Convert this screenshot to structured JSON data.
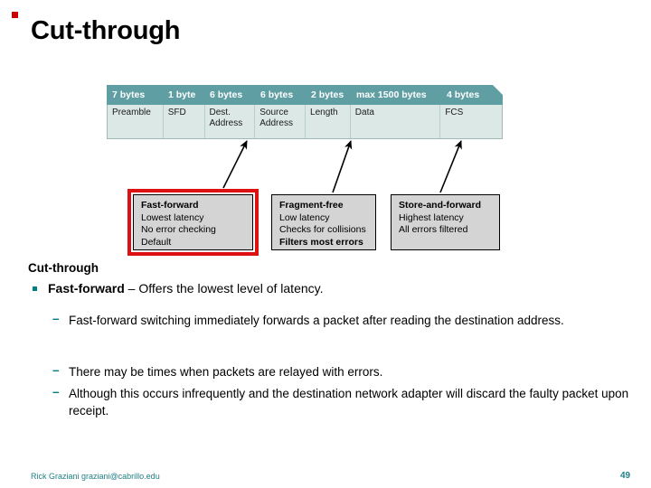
{
  "slide": {
    "title": "Cut-through",
    "title_bullet_color": "#cc0000"
  },
  "frame_diagram": {
    "header_fill": "#5f9ea3",
    "body_fill": "#dce8e6",
    "columns": [
      {
        "size": "7 bytes",
        "field": "Preamble",
        "width": 62
      },
      {
        "size": "1 byte",
        "field": "SFD",
        "width": 46
      },
      {
        "size": "6 bytes",
        "field": "Dest.\nAddress",
        "width": 56
      },
      {
        "size": "6 bytes",
        "field": "Source\nAddress",
        "width": 56
      },
      {
        "size": "2 bytes",
        "field": "Length",
        "width": 50
      },
      {
        "size": "max 1500 bytes",
        "field": "Data",
        "width": 100
      },
      {
        "size": "4 bytes",
        "field": "FCS",
        "width": 68
      }
    ]
  },
  "feature_boxes": [
    {
      "name": "fast-forward",
      "highlighted": true,
      "highlight_color": "#dd1111",
      "lines": [
        "Fast-forward",
        "Lowest latency",
        "No error checking",
        "Default"
      ]
    },
    {
      "name": "fragment-free",
      "highlighted": false,
      "lines": [
        "Fragment-free",
        "Low latency",
        "Checks for collisions",
        "Filters most errors"
      ]
    },
    {
      "name": "store-and-forward",
      "highlighted": false,
      "lines": [
        "Store-and-forward",
        "Highest latency",
        "All errors filtered"
      ]
    }
  ],
  "body": {
    "heading": "Cut-through",
    "bullet_color": "#007f80",
    "bullet_lead_bold": "Fast-forward",
    "bullet_lead_rest": " – Offers the lowest level of latency.",
    "dash": "–",
    "sub_items": [
      "Fast-forward switching immediately forwards a packet after reading the destination address.",
      "There may be times when packets are relayed with errors.",
      "Although this occurs infrequently and the destination network adapter will discard the faulty packet upon receipt."
    ]
  },
  "footer": {
    "credit": "Rick Graziani  graziani@cabrillo.edu",
    "page_number": "49",
    "color": "#1f7f85"
  }
}
